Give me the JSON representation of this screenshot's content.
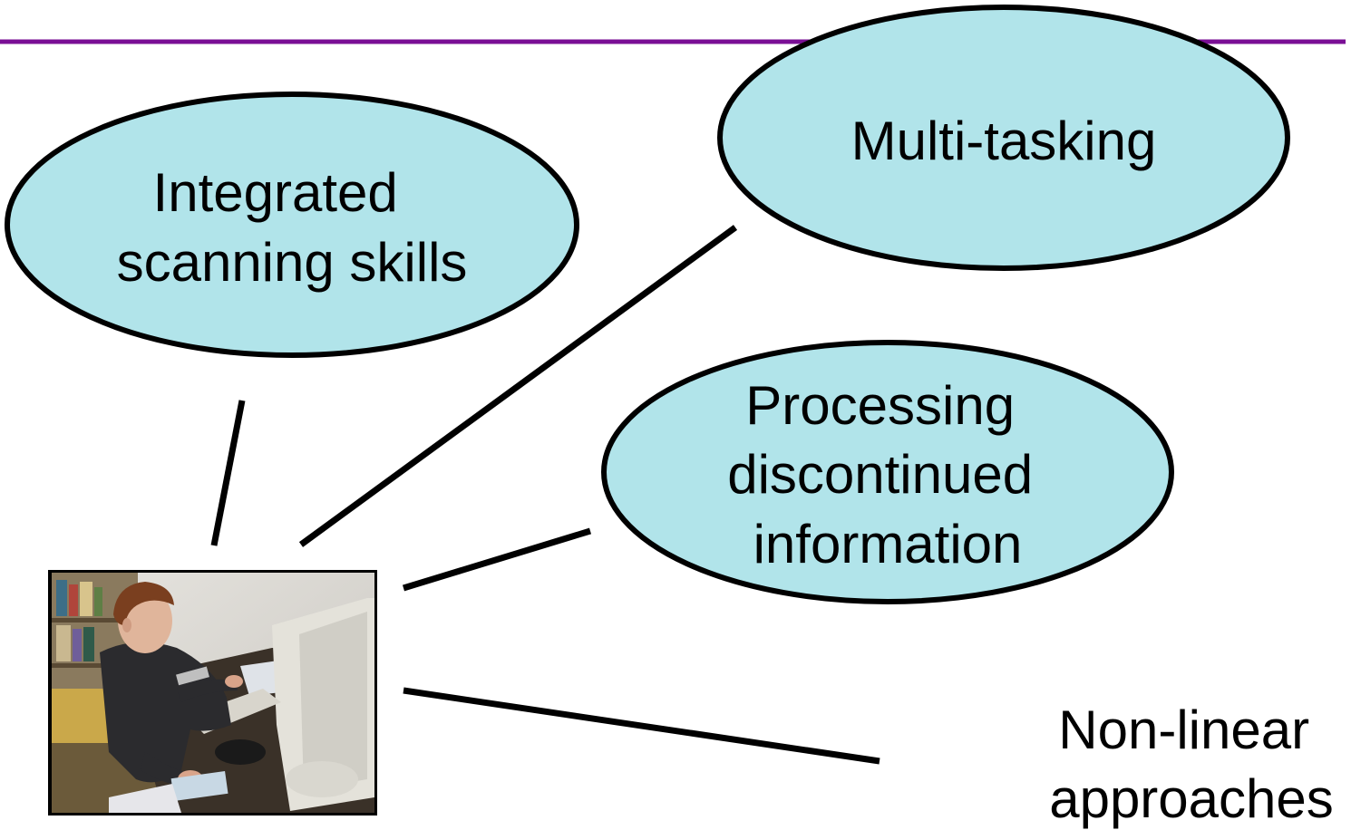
{
  "colors": {
    "rule": "#7a0f95",
    "bubble_fill": "#b1e4ea",
    "bubble_stroke": "#000000",
    "connector": "#000000",
    "text": "#000000"
  },
  "bubbles": [
    {
      "id": "integrated-scanning-skills",
      "lines": [
        "Integrated",
        "scanning skills"
      ]
    },
    {
      "id": "multi-tasking",
      "lines": [
        "Multi-tasking"
      ]
    },
    {
      "id": "processing-discontinued-information",
      "lines": [
        "Processing",
        "discontinued",
        "information"
      ]
    }
  ],
  "plain_label": {
    "id": "non-linear-approaches",
    "lines": [
      "Non-linear",
      "approaches"
    ]
  },
  "photo": {
    "subject": "child-at-computer-photo"
  }
}
